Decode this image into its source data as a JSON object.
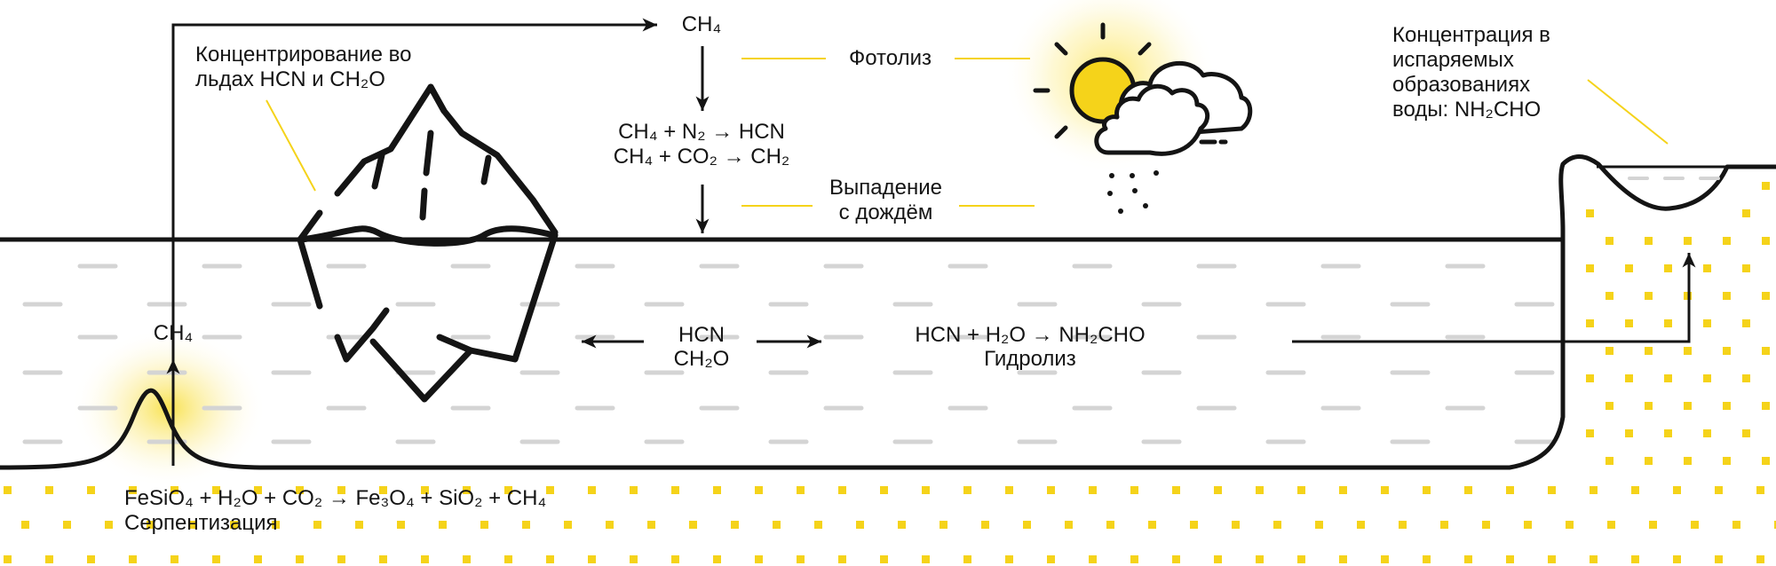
{
  "labels": {
    "ch4_top": "CH₄",
    "ice_note_1": "Концентрирование во",
    "ice_note_2": "льдах HCN и CH₂O",
    "photolysis": "Фотолиз",
    "reaction_1": "CH₄ + N₂ → HCN",
    "reaction_2": "CH₄ + CO₂ → CH₂",
    "rain_1": "Выпадение",
    "rain_2": "с дождём",
    "evap_1": "Концентрация в",
    "evap_2": "испаряемых",
    "evap_3": "образованиях",
    "evap_4": "воды: NH₂CHO",
    "ch4_vent": "CH₄",
    "hcn": "HCN",
    "ch2o": "CH₂O",
    "hydrolysis_eq": "HCN + H₂O → NH₂CHO",
    "hydrolysis": "Гидролиз",
    "serp_eq": "FeSiO₄ + H₂O + CO₂ → Fe₃O₄ + SiO₂ + CH₄",
    "serp": "Серпентизация"
  },
  "colors": {
    "line": "#141414",
    "accent_yellow": "#f5d31a",
    "water_dash": "#d4d4d4"
  },
  "icons": [
    "iceberg-icon",
    "sun-icon",
    "cloud-icon",
    "rain-icon"
  ]
}
